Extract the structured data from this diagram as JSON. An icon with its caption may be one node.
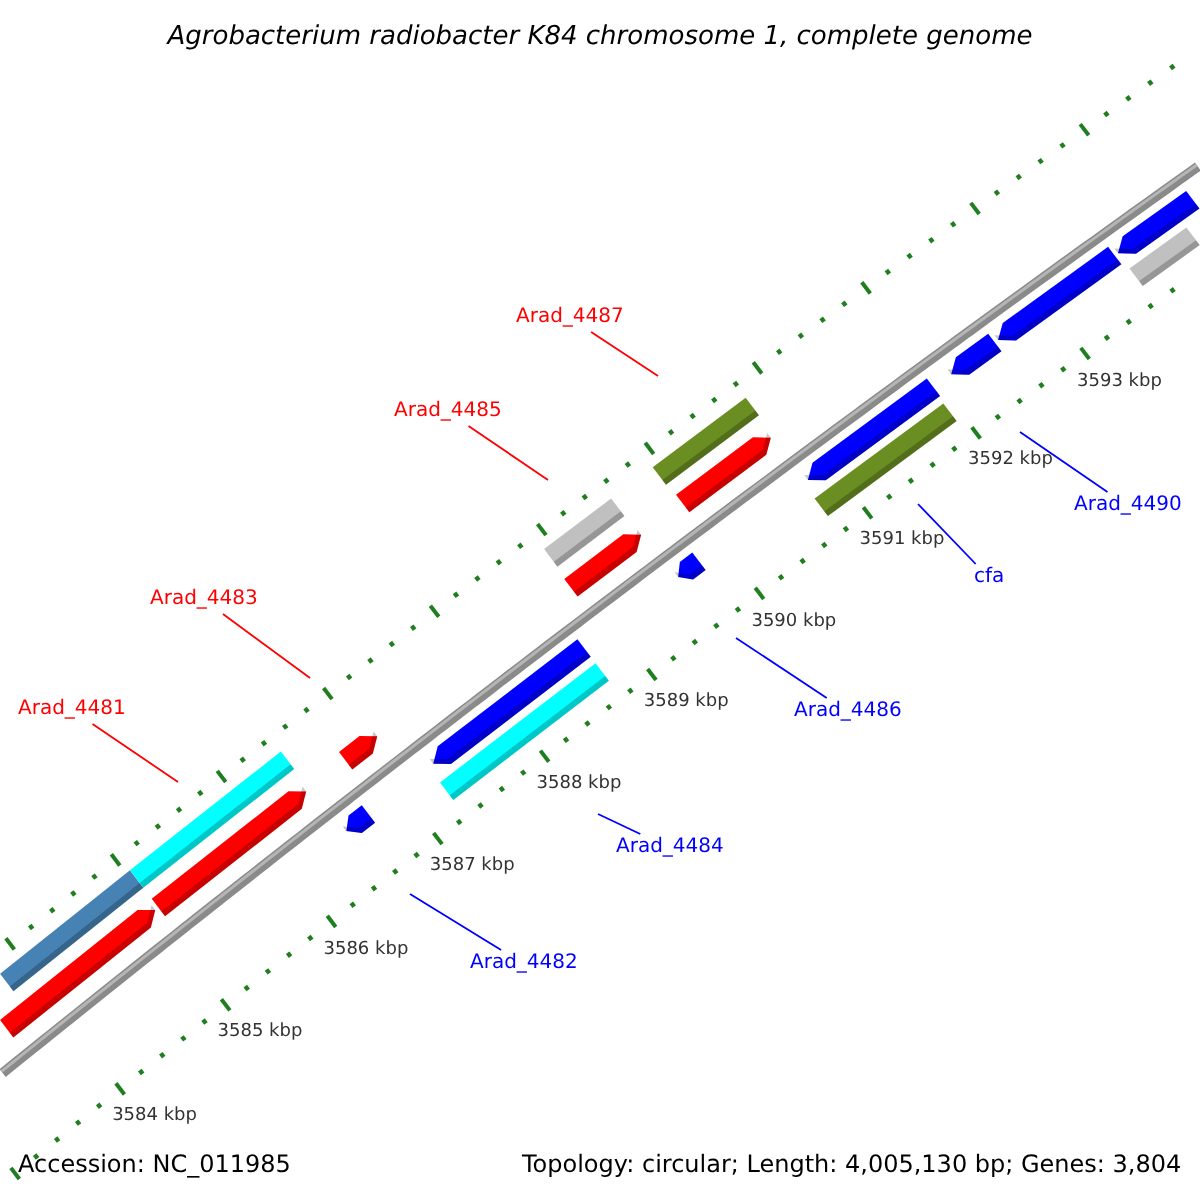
{
  "diagram": {
    "title": "Agrobacterium radiobacter K84 chromosome 1, complete genome",
    "nodes": [
      {
        "text": [
          "Arad_4481"
        ]
      },
      {
        "text": [
          "Arad_4483"
        ]
      },
      {
        "text": [
          "Arad_4485"
        ]
      },
      {
        "text": [
          "Arad_4487"
        ]
      },
      {
        "text": [
          "Arad_4482"
        ]
      },
      {
        "text": [
          "Arad_4484"
        ]
      },
      {
        "text": [
          "Arad_4486"
        ]
      },
      {
        "text": [
          "cfa"
        ]
      },
      {
        "text": [
          "Arad_4490"
        ]
      }
    ],
    "edges": [
      {
        "from": 0,
        "to": null,
        "arrow": "none",
        "color": "#ff0000"
      },
      {
        "from": 1,
        "to": null,
        "arrow": "none",
        "color": "#ff0000"
      },
      {
        "from": 2,
        "to": null,
        "arrow": "none",
        "color": "#ff0000"
      },
      {
        "from": 3,
        "to": null,
        "arrow": "none",
        "color": "#ff0000"
      },
      {
        "from": 4,
        "to": null,
        "arrow": "none"
      },
      {
        "from": 5,
        "to": null,
        "arrow": "none"
      },
      {
        "from": 6,
        "to": null,
        "arrow": "none"
      },
      {
        "from": 7,
        "to": null,
        "arrow": "none"
      },
      {
        "from": 8,
        "to": null,
        "arrow": "none"
      }
    ],
    "labels": [
      "3584 kbp",
      "3585 kbp",
      "3586 kbp",
      "3587 kbp",
      "3588 kbp",
      "3589 kbp",
      "3590 kbp",
      "3591 kbp",
      "3592 kbp",
      "3593 kbp",
      "Accession: NC_011985",
      "Topology: circular; Length: 4,005,130 bp; Genes: 3,804"
    ]
  }
}
